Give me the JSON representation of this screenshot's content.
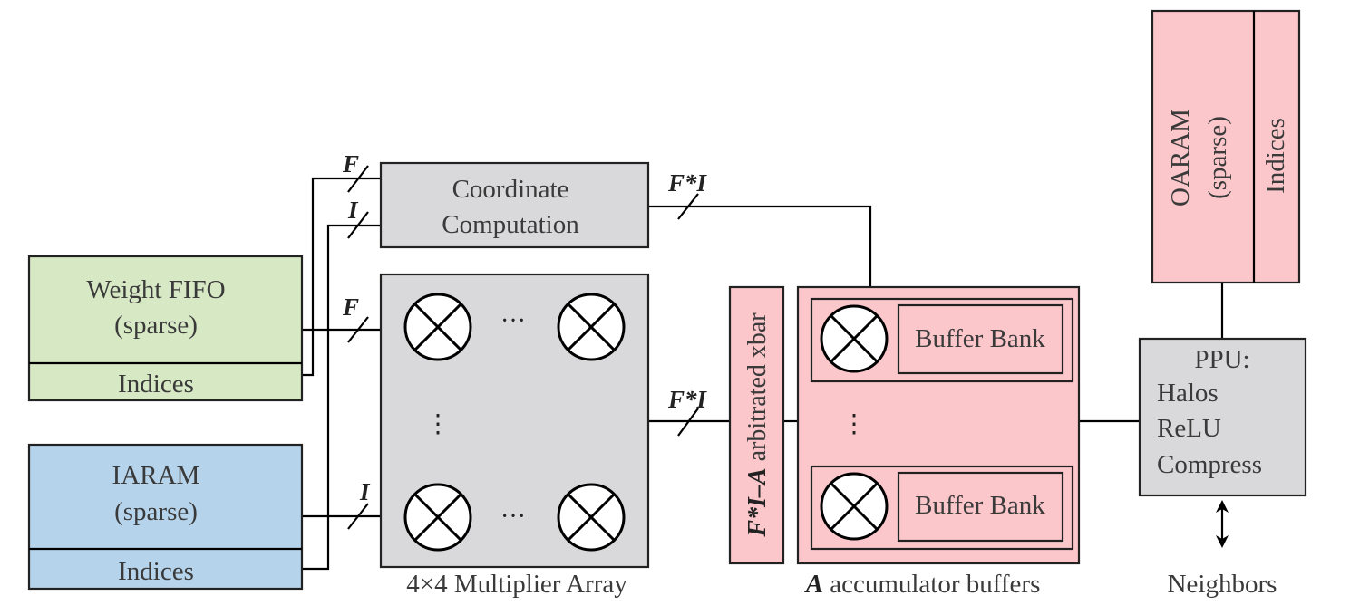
{
  "colors": {
    "weight": "#d7e8c4",
    "iaram": "#b5d3ea",
    "gray": "#d9d9db",
    "pink": "#fbc7cb",
    "stroke": "#222222"
  },
  "weight_fifo": {
    "title": "Weight FIFO",
    "subtitle": "(sparse)",
    "indices": "Indices"
  },
  "iaram": {
    "title": "IARAM",
    "subtitle": "(sparse)",
    "indices": "Indices"
  },
  "coord": {
    "line1": "Coordinate",
    "line2": "Computation"
  },
  "multiplier": {
    "caption": "4×4 Multiplier Array",
    "hdots": "···",
    "vdots": "⋮"
  },
  "xbar": {
    "bold": "F*I–A",
    "rest": " arbitrated xbar"
  },
  "accum": {
    "bank_label": "Buffer Bank",
    "caption_bold": "A",
    "caption_rest": " accumulator buffers",
    "vdots": "⋮"
  },
  "oaram": {
    "title": "OARAM",
    "subtitle": "(sparse)",
    "indices": "Indices"
  },
  "ppu": {
    "line1": "PPU:",
    "line2": "Halos",
    "line3": "ReLU",
    "line4": "Compress"
  },
  "neighbors": "Neighbors",
  "wire_labels": {
    "f": "F",
    "i": "I",
    "fi": "F*I"
  }
}
